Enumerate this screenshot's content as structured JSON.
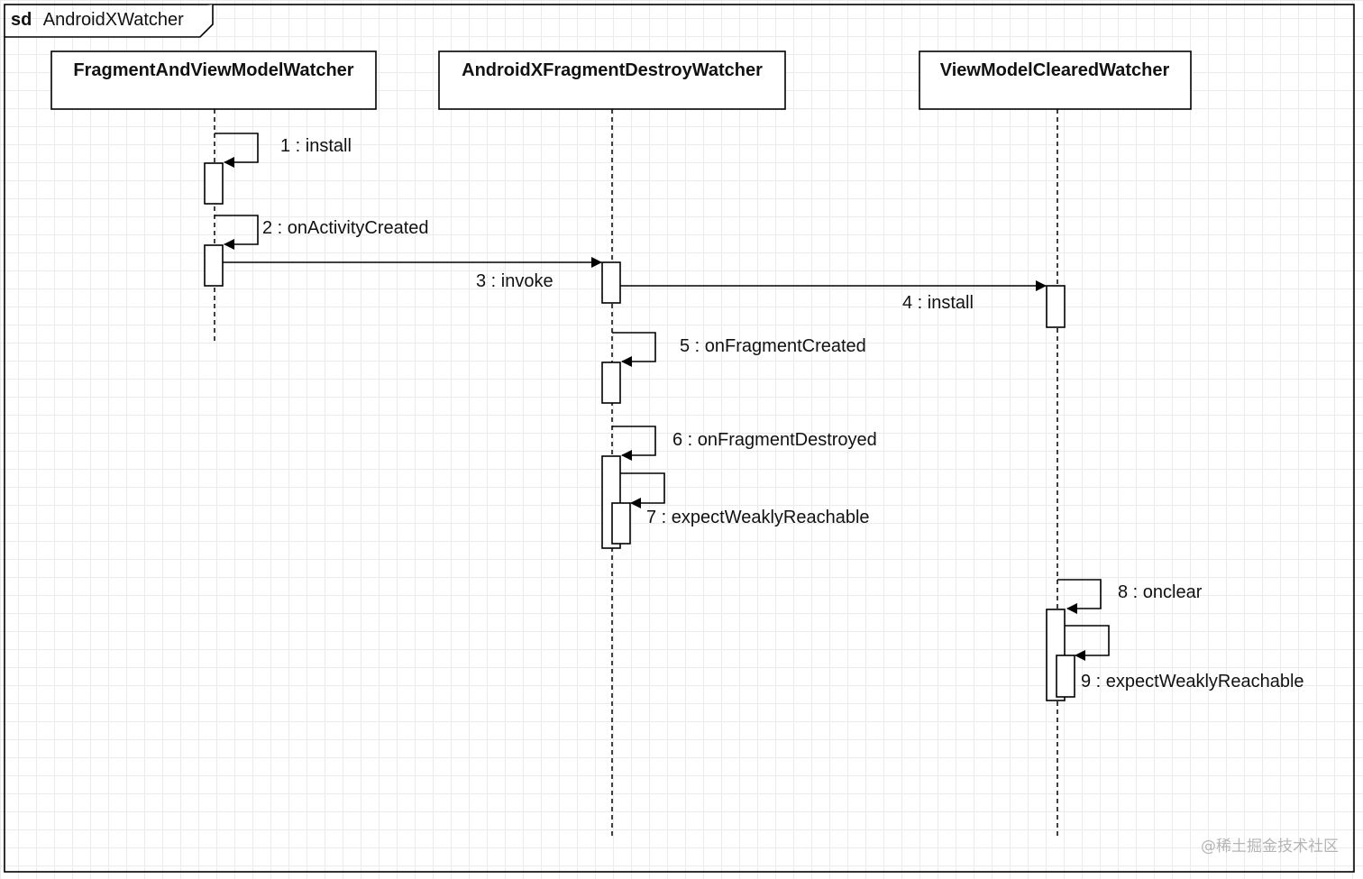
{
  "frame": {
    "keyword": "sd",
    "name": "AndroidXWatcher"
  },
  "participants": [
    {
      "id": "p1",
      "name": "FragmentAndViewModelWatcher"
    },
    {
      "id": "p2",
      "name": "AndroidXFragmentDestroyWatcher"
    },
    {
      "id": "p3",
      "name": "ViewModelClearedWatcher"
    }
  ],
  "messages": [
    {
      "id": "m1",
      "label": "1 : install",
      "from": "p1",
      "to": "p1",
      "kind": "self"
    },
    {
      "id": "m2",
      "label": "2 : onActivityCreated",
      "from": "p1",
      "to": "p1",
      "kind": "self"
    },
    {
      "id": "m3",
      "label": "3 : invoke",
      "from": "p1",
      "to": "p2",
      "kind": "call"
    },
    {
      "id": "m4",
      "label": "4 : install",
      "from": "p2",
      "to": "p3",
      "kind": "call"
    },
    {
      "id": "m5",
      "label": "5 : onFragmentCreated",
      "from": "p2",
      "to": "p2",
      "kind": "self"
    },
    {
      "id": "m6",
      "label": "6 : onFragmentDestroyed",
      "from": "p2",
      "to": "p2",
      "kind": "self"
    },
    {
      "id": "m7",
      "label": "7 : expectWeaklyReachable",
      "from": "p2",
      "to": "p2",
      "kind": "self-nested"
    },
    {
      "id": "m8",
      "label": "8 : onclear",
      "from": "p3",
      "to": "p3",
      "kind": "self"
    },
    {
      "id": "m9",
      "label": "9 : expectWeaklyReachable",
      "from": "p3",
      "to": "p3",
      "kind": "self-nested"
    }
  ],
  "watermark": "@稀土掘金技术社区"
}
